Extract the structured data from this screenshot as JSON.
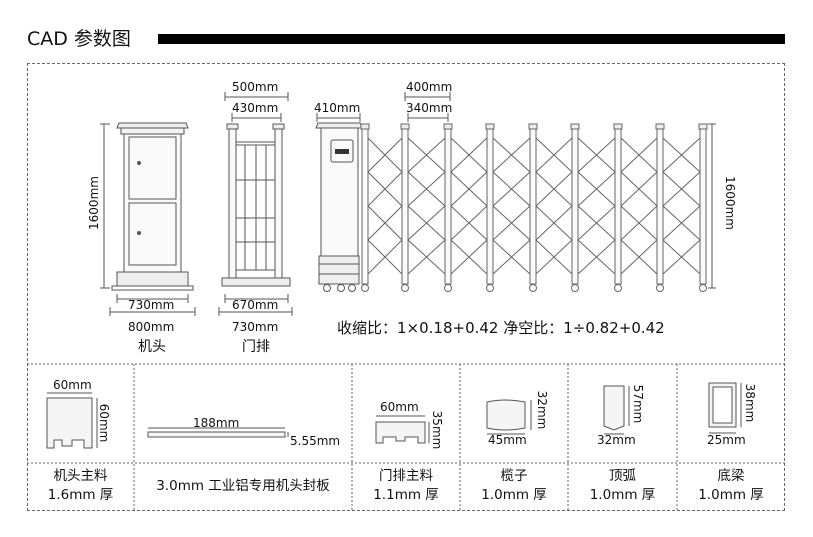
{
  "header": {
    "title": "CAD 参数图"
  },
  "drawings": {
    "machine_head": {
      "height": "1600mm",
      "base_inner": "730mm",
      "base_outer": "800mm",
      "caption": "机头"
    },
    "door_row": {
      "top_outer": "500mm",
      "top_inner": "430mm",
      "base_inner": "670mm",
      "base_outer": "730mm",
      "caption": "门排"
    },
    "gate": {
      "head_width": "410mm",
      "pitch_outer": "400mm",
      "pitch_inner": "340mm",
      "height": "1600mm",
      "formula": "收缩比：1×0.18+0.42  净空比：1÷0.82+0.42"
    }
  },
  "profiles": [
    {
      "name": "机头主料",
      "thickness": "1.6mm 厚",
      "w": "60mm",
      "h": "60mm"
    },
    {
      "name": "3.0mm 工业铝专用机头封板",
      "w": "188mm",
      "h": "5.55mm"
    },
    {
      "name": "门排主料",
      "thickness": "1.1mm 厚",
      "w": "60mm",
      "h": "35mm"
    },
    {
      "name": "榄子",
      "thickness": "1.0mm 厚",
      "w": "45mm",
      "h": "32mm"
    },
    {
      "name": "顶弧",
      "thickness": "1.0mm 厚",
      "w": "32mm",
      "h": "57mm"
    },
    {
      "name": "底梁",
      "thickness": "1.0mm 厚",
      "w": "25mm",
      "h": "38mm"
    }
  ]
}
